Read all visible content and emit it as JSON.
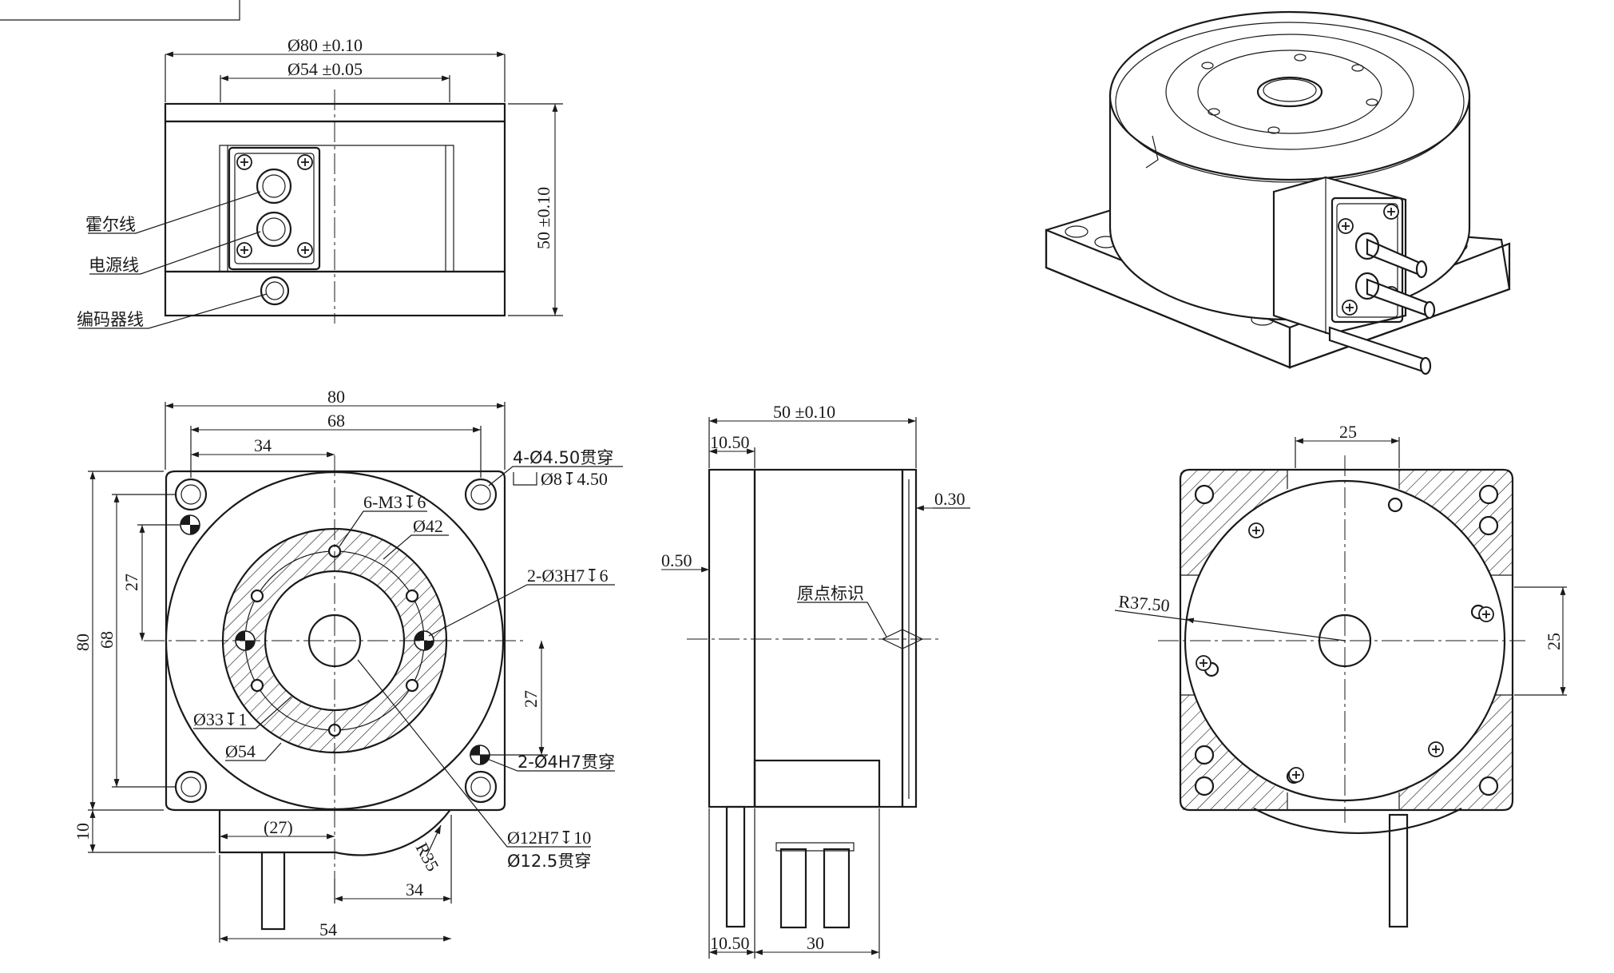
{
  "front_view": {
    "dim_dia80": "Ø80 ±0.10",
    "dim_dia54": "Ø54 ±0.05",
    "dim_height": "50 ±0.10",
    "label_hall": "霍尔线",
    "label_power": "电源线",
    "label_encoder": "编码器线"
  },
  "top_view": {
    "dim_80_w": "80",
    "dim_68_w": "68",
    "dim_34_top": "34",
    "dim_80_h": "80",
    "dim_68_h": "68",
    "dim_27_left": "27",
    "dim_27_right": "27",
    "dim_10": "10",
    "dim_27_paren": "(27)",
    "dim_34_bottom": "34",
    "dim_54": "54",
    "dim_r35": "R35",
    "note_mount_holes": "4-Ø4.50贯穿",
    "note_counterbore": "Ø8↧4.50",
    "note_m3": "6-M3↧6",
    "note_dia42": "Ø42",
    "note_pin3": "2-Ø3H7↧6",
    "note_dia33": "Ø33↧1",
    "note_dia54": "Ø54",
    "note_pin4": "2-Ø4H7贯穿",
    "note_bore12": "Ø12H7↧10",
    "note_bore125": "Ø12.5贯穿"
  },
  "side_view": {
    "dim_width": "50 ±0.10",
    "dim_1050_top": "10.50",
    "dim_030": "0.30",
    "dim_050": "0.50",
    "label_origin": "原点标识",
    "dim_1050_bottom": "10.50",
    "dim_30": "30"
  },
  "bottom_view": {
    "dim_25_top": "25",
    "dim_25_right": "25",
    "dim_r3750": "R37.50"
  }
}
